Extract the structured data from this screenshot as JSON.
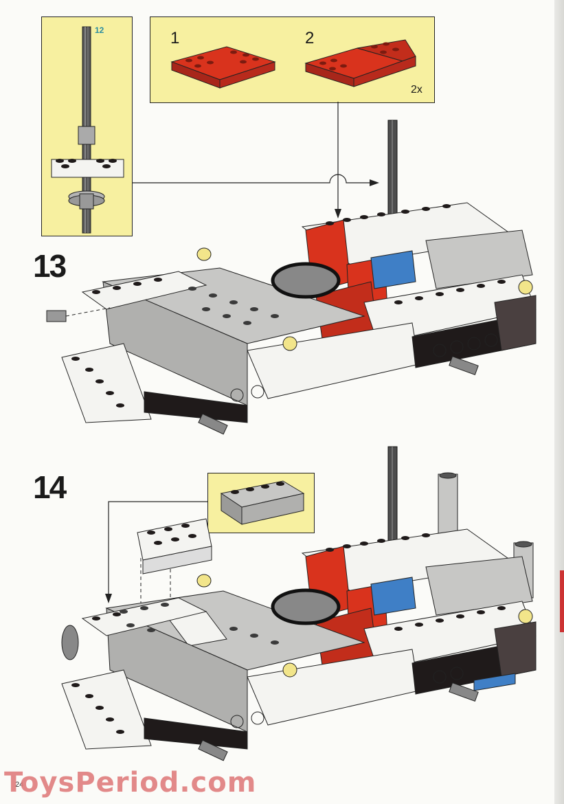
{
  "page": {
    "page_number": "24",
    "watermark": "ToysPeriod.com"
  },
  "step13": {
    "number": "13",
    "inset_part_number": "12",
    "sub_assembly_1": "1",
    "sub_assembly_2": "2",
    "sub_assembly_2_qty": "2x"
  },
  "step14": {
    "number": "14"
  },
  "colors": {
    "red": "#d9331d",
    "light_gray": "#c7c7c5",
    "dark": "#1f1a1a",
    "white": "#f4f4f1",
    "blue": "#3f7fc6",
    "yellow_inset": "#f7f0a0",
    "stud_yellow": "#f2e58a"
  }
}
